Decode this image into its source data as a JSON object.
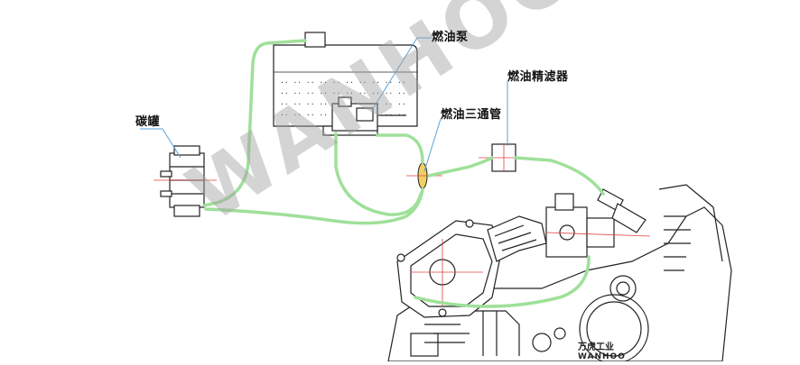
{
  "labels": {
    "carbon_canister": "碳罐",
    "fuel_pump": "燃油泵",
    "fuel_tee": "燃油三通管",
    "fuel_filter": "燃油精滤器"
  },
  "watermark": "WANHOO",
  "logo": {
    "cn": "万虎工业",
    "en": "WANHOO"
  },
  "colors": {
    "hose": "#9fe09a",
    "line": "#222222"
  }
}
